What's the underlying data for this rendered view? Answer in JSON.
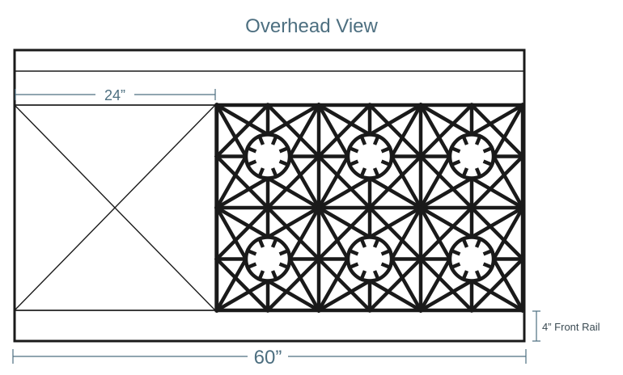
{
  "title": "Overhead View",
  "dimensions": {
    "griddle_width": "24”",
    "total_width": "60”",
    "front_rail": "4” Front Rail"
  },
  "burners": {
    "rows": 2,
    "columns": 3
  },
  "colors": {
    "annotation": "#4d6f80",
    "outline": "#1a1a1a"
  }
}
